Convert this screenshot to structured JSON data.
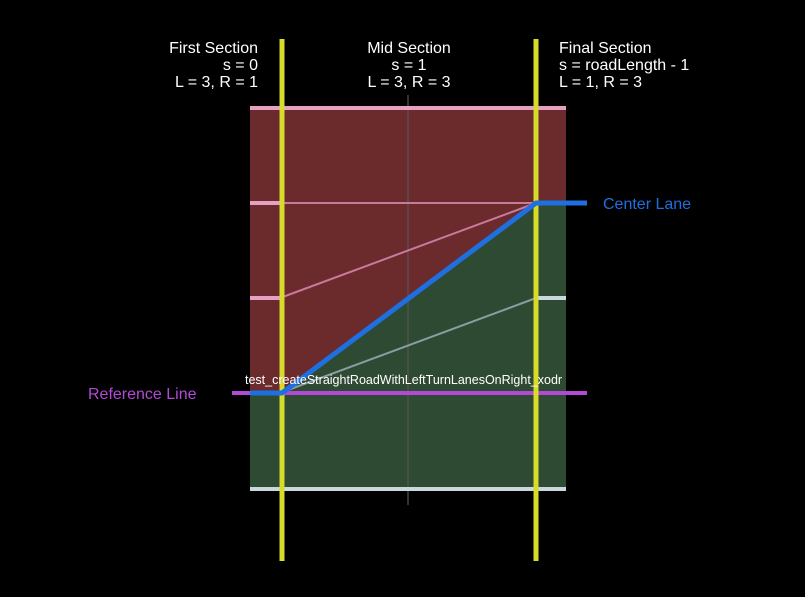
{
  "sections": [
    {
      "title": "First Section",
      "s_label": "s = 0",
      "lanes_label": "L = 3, R = 1"
    },
    {
      "title": "Mid Section",
      "s_label": "s = 1",
      "lanes_label": "L = 3, R = 3"
    },
    {
      "title": "Final Section",
      "s_label": "s = roadLength - 1",
      "lanes_label": "L = 1, R = 3"
    }
  ],
  "labels": {
    "center_lane": "Center Lane",
    "reference_line": "Reference Line",
    "file_name": "test_createStraightRoadWithLeftTurnLanesOnRight_xodr"
  },
  "colors": {
    "background": "#000000",
    "left_lanes_fill": "#6b2a2c",
    "right_lanes_fill": "#2f4a33",
    "section_line": "#d7dc2a",
    "center_lane": "#1e6fe0",
    "reference_line": "#b24ad6",
    "left_lane_border": "#e6a0c2",
    "right_lane_border": "#c8d8dc",
    "mid_divider": "#555555"
  }
}
